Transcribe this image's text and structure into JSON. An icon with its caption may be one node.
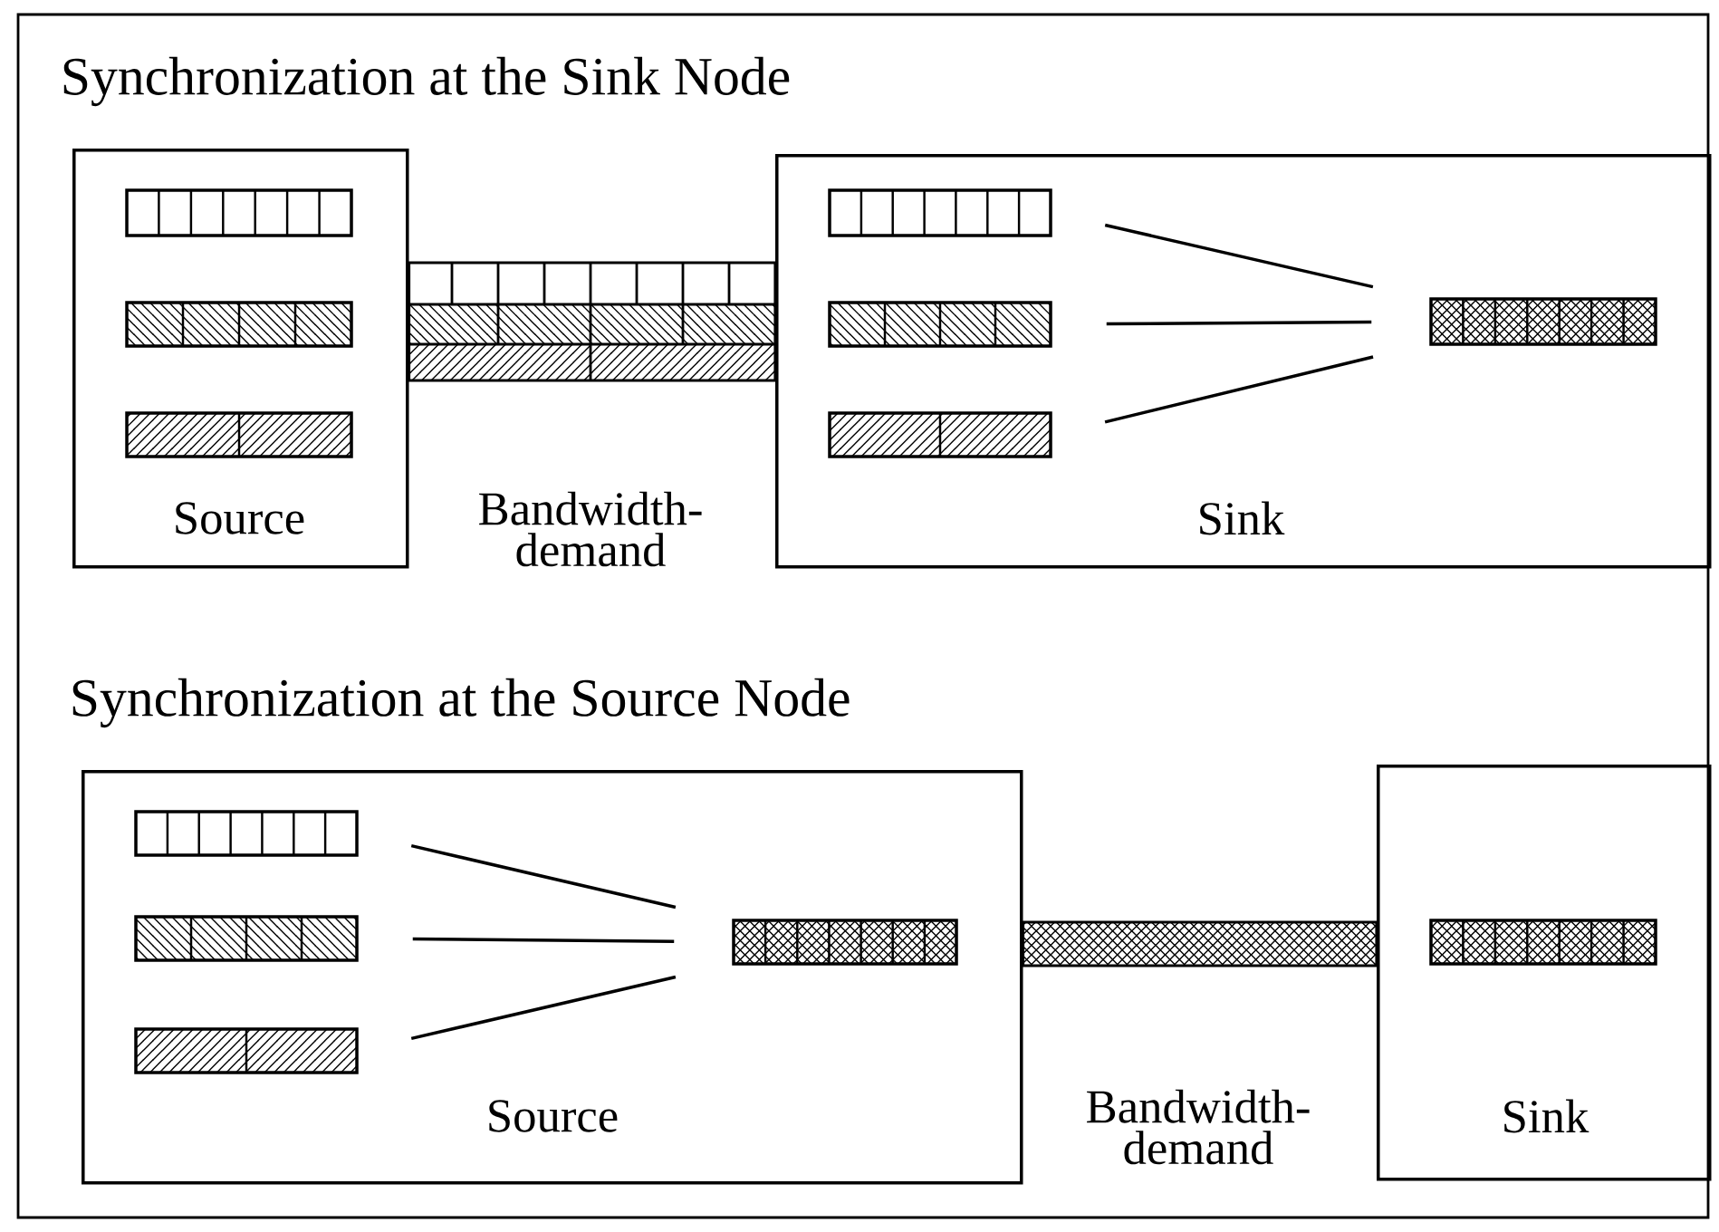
{
  "diagram": {
    "title": "Synchronization at the Sink Node",
    "nodes": [
      {
        "text": [
          "Source"
        ]
      },
      {
        "text": [],
        "shape": "bar",
        "in": 0
      },
      {
        "text": [],
        "shape": "bar",
        "in": 0
      },
      {
        "text": [],
        "shape": "bar",
        "in": 0
      },
      {
        "text": [
          "Sink"
        ]
      },
      {
        "text": [],
        "shape": "bar",
        "in": 4
      },
      {
        "text": [],
        "shape": "bar",
        "in": 4
      },
      {
        "text": [],
        "shape": "bar",
        "in": 4
      },
      {
        "text": [],
        "shape": "bar",
        "in": 4
      },
      {
        "text": [
          "Source"
        ]
      },
      {
        "text": [],
        "shape": "bar",
        "in": 9
      },
      {
        "text": [],
        "shape": "bar",
        "in": 9
      },
      {
        "text": [],
        "shape": "bar",
        "in": 9
      },
      {
        "text": [],
        "shape": "bar",
        "in": 9
      },
      {
        "text": [
          "Sink"
        ]
      },
      {
        "text": [],
        "shape": "bar",
        "in": 14
      }
    ],
    "edges": [
      {
        "from": 0,
        "to": 4,
        "arrow": "none",
        "label": "Bandwidth- demand"
      },
      {
        "from": 5,
        "to": 8,
        "arrow": "none"
      },
      {
        "from": 6,
        "to": 8,
        "arrow": "none"
      },
      {
        "from": 7,
        "to": 8,
        "arrow": "none"
      },
      {
        "from": 9,
        "to": 14,
        "arrow": "none",
        "label": "Bandwidth- demand"
      },
      {
        "from": 10,
        "to": 13,
        "arrow": "none"
      },
      {
        "from": 11,
        "to": 13,
        "arrow": "none"
      },
      {
        "from": 12,
        "to": 13,
        "arrow": "none"
      }
    ],
    "labels": [
      "Synchronization at the Source Node"
    ]
  }
}
